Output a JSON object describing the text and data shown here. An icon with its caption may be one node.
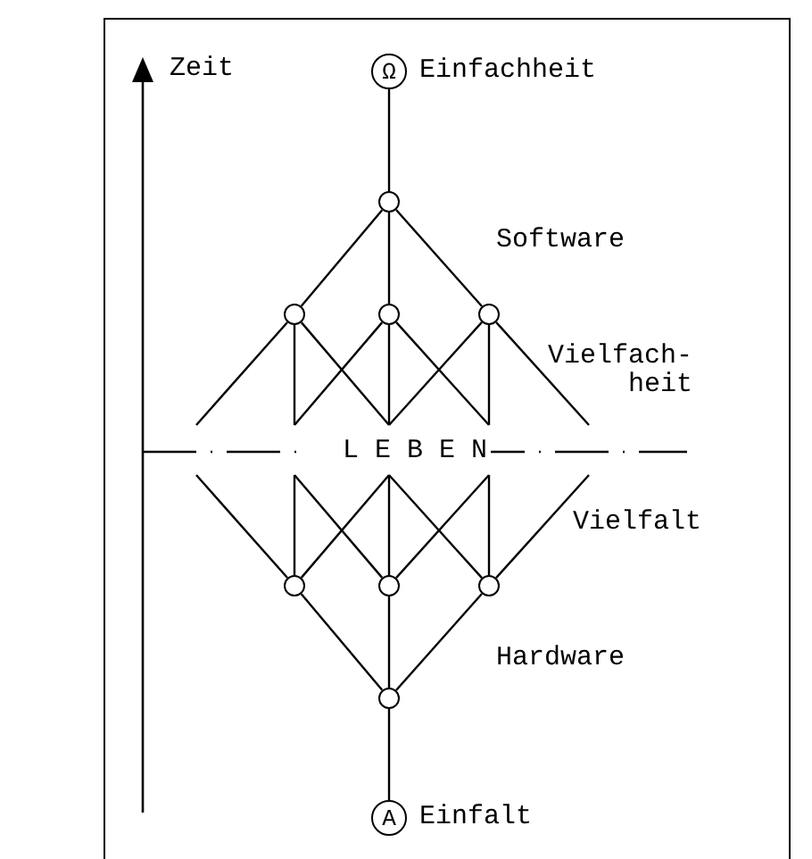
{
  "diagram": {
    "nodes": [
      {
        "text": [
          "Ω"
        ],
        "beside": [
          "Einfachheit"
        ]
      },
      {
        "text": [],
        "shape": "circle"
      },
      {
        "text": [],
        "shape": "circle"
      },
      {
        "text": [],
        "shape": "circle"
      },
      {
        "text": [],
        "shape": "circle"
      },
      {
        "text": [],
        "shape": "circle"
      },
      {
        "text": [],
        "shape": "circle"
      },
      {
        "text": [],
        "shape": "circle"
      },
      {
        "text": [],
        "shape": "circle"
      },
      {
        "text": [
          "A"
        ],
        "beside": [
          "Einfalt"
        ]
      },
      {
        "text": [
          "L E B E N"
        ]
      }
    ],
    "edges": [
      {
        "from": 0,
        "to": 1,
        "arrow": "none"
      },
      {
        "from": 1,
        "to": 2,
        "arrow": "none"
      },
      {
        "from": 1,
        "to": 3,
        "arrow": "none"
      },
      {
        "from": 1,
        "to": 4,
        "arrow": "none"
      },
      {
        "from": 2,
        "to": 10,
        "arrow": "none"
      },
      {
        "from": 2,
        "to": 10,
        "arrow": "none"
      },
      {
        "from": 2,
        "to": 10,
        "arrow": "none"
      },
      {
        "from": 3,
        "to": 10,
        "arrow": "none"
      },
      {
        "from": 3,
        "to": 10,
        "arrow": "none"
      },
      {
        "from": 3,
        "to": 10,
        "arrow": "none"
      },
      {
        "from": 4,
        "to": 10,
        "arrow": "none"
      },
      {
        "from": 4,
        "to": 10,
        "arrow": "none"
      },
      {
        "from": 4,
        "to": 10,
        "arrow": "none"
      },
      {
        "from": 10,
        "to": 5,
        "arrow": "none"
      },
      {
        "from": 10,
        "to": 5,
        "arrow": "none"
      },
      {
        "from": 10,
        "to": 5,
        "arrow": "none"
      },
      {
        "from": 10,
        "to": 6,
        "arrow": "none"
      },
      {
        "from": 10,
        "to": 6,
        "arrow": "none"
      },
      {
        "from": 10,
        "to": 6,
        "arrow": "none"
      },
      {
        "from": 10,
        "to": 7,
        "arrow": "none"
      },
      {
        "from": 10,
        "to": 7,
        "arrow": "none"
      },
      {
        "from": 10,
        "to": 7,
        "arrow": "none"
      },
      {
        "from": 5,
        "to": 8,
        "arrow": "none"
      },
      {
        "from": 6,
        "to": 8,
        "arrow": "none"
      },
      {
        "from": 7,
        "to": 8,
        "arrow": "none"
      },
      {
        "from": 8,
        "to": 9,
        "arrow": "none"
      }
    ],
    "labels": [
      "Zeit",
      "Software",
      "Vielfach- heit",
      "Vielfalt",
      "Hardware"
    ]
  }
}
